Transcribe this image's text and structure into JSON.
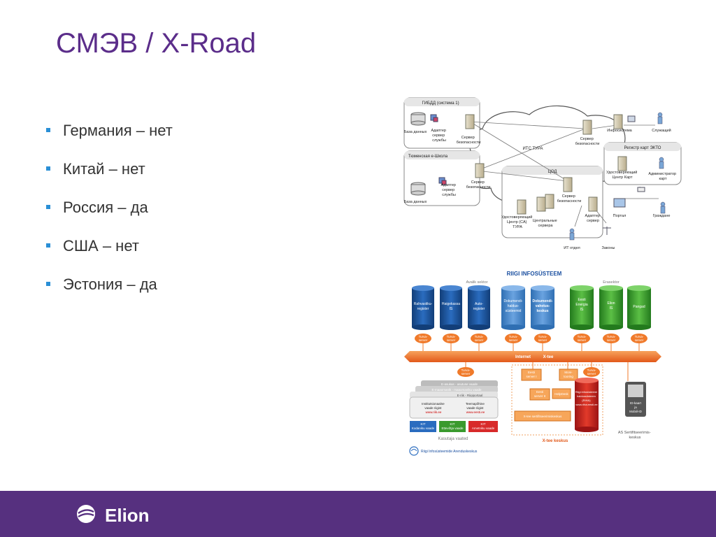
{
  "slide": {
    "title": "СМЭВ / X-Road",
    "bullets": [
      "Германия – нет",
      "Китай – нет",
      "Россия – да",
      "США – нет",
      "Эстония – да"
    ]
  },
  "diagram_top": {
    "box_gibdd": "ГИБДД (система 1)",
    "box_tyumen": "Тюменская е-Школа",
    "db1": "База данных",
    "adapter1": [
      "Адаптер",
      "сервер",
      "службы"
    ],
    "security1": [
      "Сервер",
      "безопасности"
    ],
    "db2": "База данных",
    "adapter2": [
      "Адаптер",
      "сервер",
      "службы"
    ],
    "security2": [
      "Сервер",
      "безопасности"
    ],
    "its_tura": "ИТС ТУРА",
    "security_right": [
      "Сервер",
      "безопасности"
    ],
    "infosystem": "Инфосистема",
    "clerk": "Служащий",
    "ekto": "Регистр карт ЭКТО",
    "cert_center_card": [
      "Удостоверяющий",
      "Центр Карт"
    ],
    "admin_card": [
      "Администратор",
      "карт"
    ],
    "tsod": "ЦОД",
    "security_tsod": [
      "Сервер",
      "безопасности"
    ],
    "adapter_server": [
      "Адаптер",
      "сервер"
    ],
    "ca_tura": [
      "Удостоверяющий",
      "Центр (СА)",
      "ТУРА"
    ],
    "central_servers": [
      "Центральные",
      "сервера"
    ],
    "it_dept": "ИТ отдел",
    "laws": "Законы",
    "portal": "Портал",
    "citizens": "Граждане"
  },
  "diagram_bottom": {
    "title": "RIIGI INFOSÜSTEEM",
    "public_sector": "Avalik sektor",
    "private_sector": "Erasektor",
    "cyl_blue": [
      [
        "Rahvastiku-",
        "register"
      ],
      [
        "Haigekassa",
        "IS"
      ],
      [
        "Auto-",
        "register"
      ],
      [
        "Dokumendi-",
        "haldus-",
        "süsteemid"
      ],
      [
        "Dokumendi-",
        "vahetus-",
        "keskus"
      ]
    ],
    "cyl_green": [
      [
        "Eesti",
        "Energia",
        "IS"
      ],
      [
        "Elion",
        "IS"
      ],
      [
        "Pangad"
      ]
    ],
    "turva": [
      "Turva-",
      "server"
    ],
    "internet": "Internet",
    "xtee": "X-tee",
    "eesti_server_1": [
      "Eesti",
      "server I"
    ],
    "eesti_server_2": [
      "Eesti",
      "server II"
    ],
    "monitoring": [
      "Moni-",
      "tooring"
    ],
    "helpdesk": "HelpDesk",
    "riha": [
      "Riigi infosüsteemi",
      "haldussüsteem",
      "(RIHA)",
      "www.riha.eesti.ee"
    ],
    "cert_center": "X-tee sertifitseerimiskeskus",
    "xtee_keskus": "X-tee keskus",
    "id_kaart": [
      "ID-kaart",
      "ja",
      "Mobiil-ID"
    ],
    "as_sk": [
      "AS Sertifitseerimis-",
      "keskus"
    ],
    "portal_layers": [
      "E-asukas - asutuse vaade",
      "E-maaomanik - maaomaniku vaade",
      "E-riik - Riigiportaal"
    ],
    "inst_view": [
      "Institutsionaalne",
      "vaade riigist",
      "www.riik.ee"
    ],
    "topic_view": [
      "Teemapõhine",
      "vaade riigist",
      "www.eesti.ee"
    ],
    "kit_boxes": [
      [
        "KIT",
        "Kodaniku vaade"
      ],
      [
        "KIT",
        "Ettevõtja vaade"
      ],
      [
        "KIT",
        "Ametniku vaade"
      ]
    ],
    "user_views": "Kasutaja vaated",
    "ria": "Riigi Infosüsteemide Arenduskeskus"
  },
  "footer": {
    "brand": "Elion"
  },
  "colors": {
    "title": "#5b2d8a",
    "bullet": "#2a8fd6",
    "footer": "#56307f",
    "cyl_blue": "#1f5fa8",
    "cyl_green": "#3a9a2e",
    "orange": "#f0782a"
  }
}
